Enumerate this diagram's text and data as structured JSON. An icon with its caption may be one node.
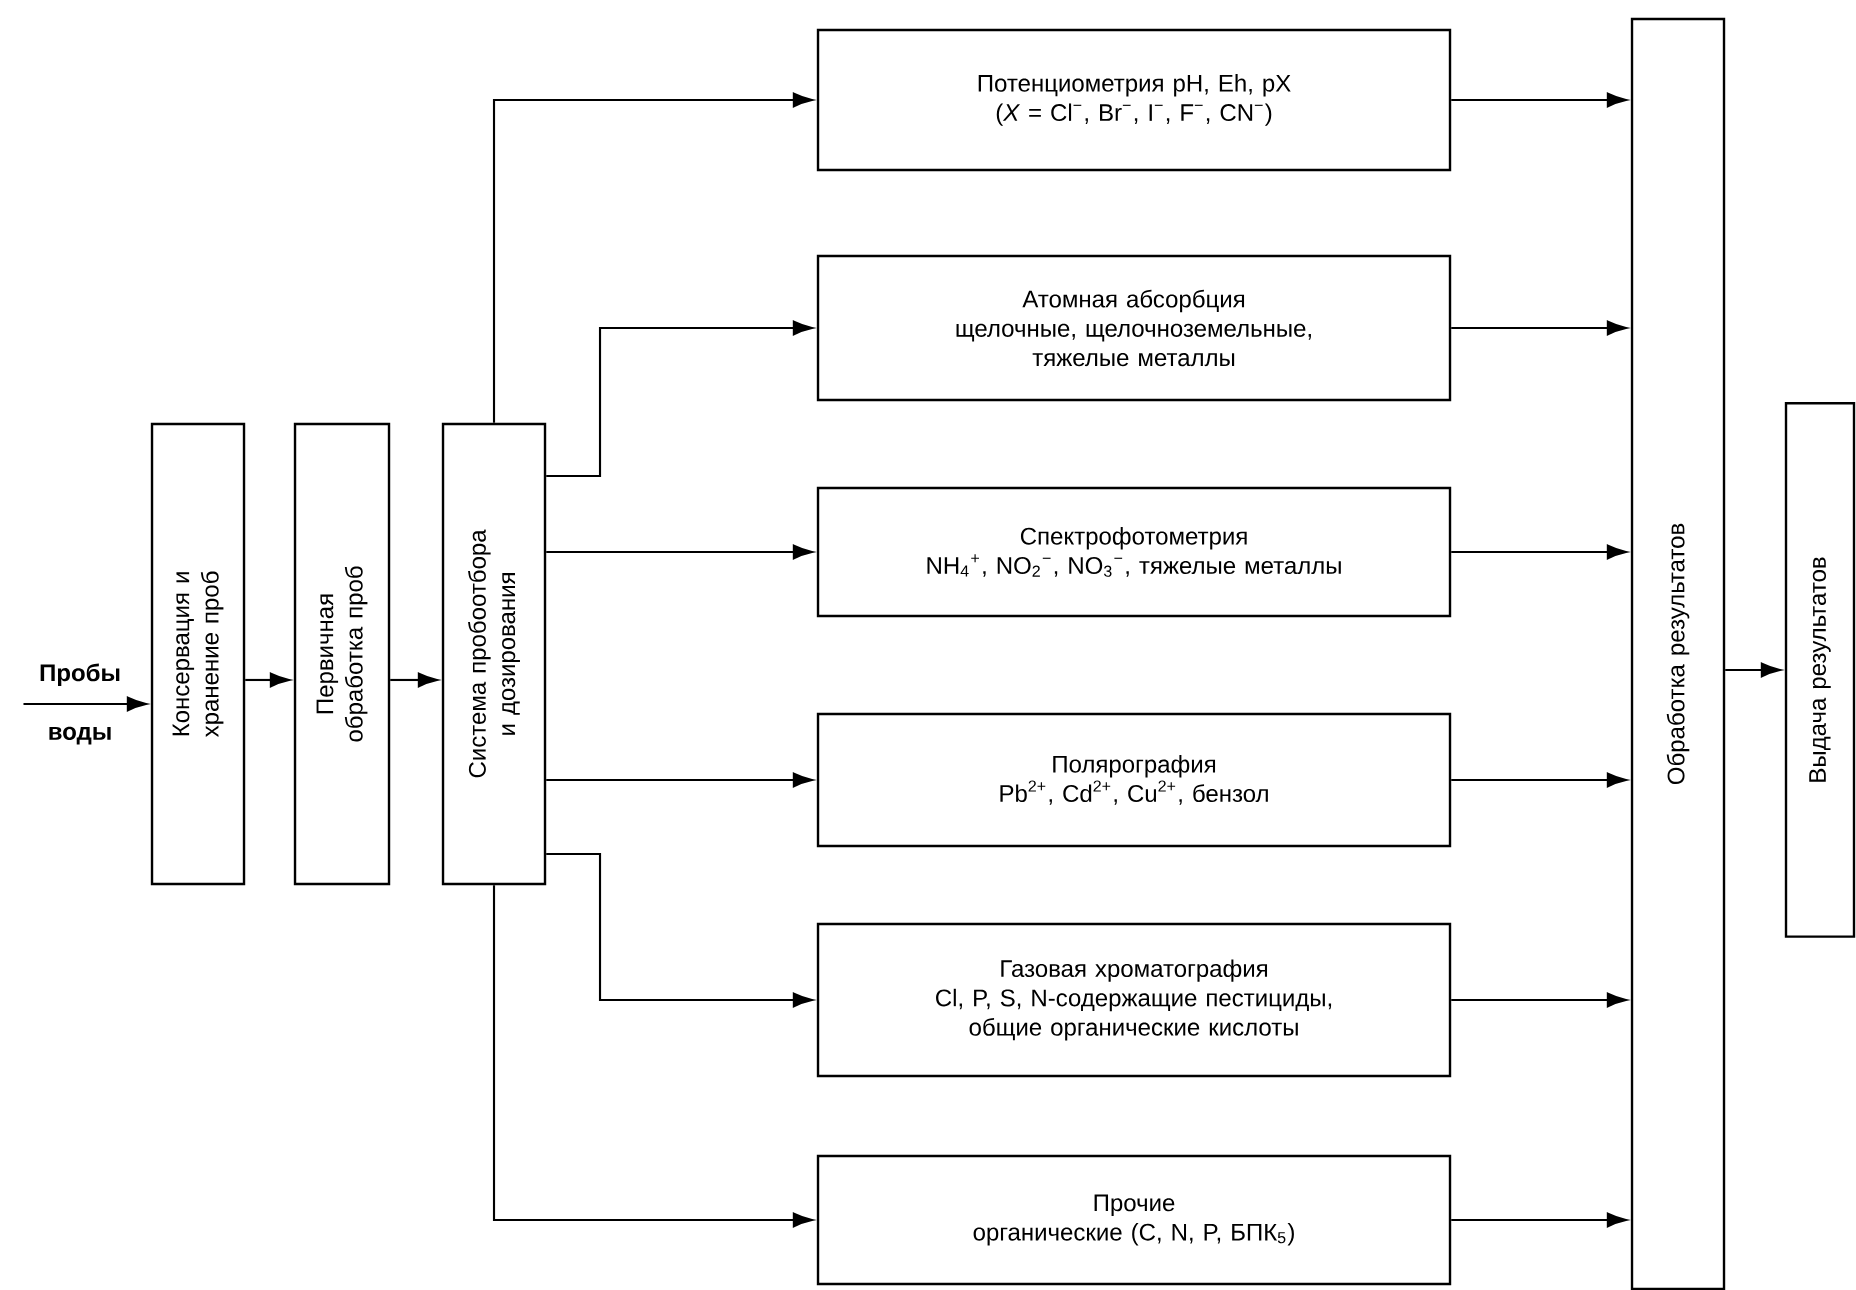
{
  "diagram": {
    "nodes": [
      {
        "text": [
          "Пробы воды"
        ]
      },
      {
        "text": [
          "Консервация и хранение проб"
        ]
      },
      {
        "text": [
          "Первичная обработка проб"
        ]
      },
      {
        "text": [
          "Система пробоотбора и дозирования"
        ]
      },
      {
        "text": [
          "Потенциометрия pH, Eh, pX (*X* = Cl$^{−}$, Br$^{−}$, I$^{−}$, F$^{−}$, CN$^{−}$)"
        ]
      },
      {
        "text": [
          "Атомная абсорбция",
          "щелочные, щелочноземельные, тяжелые металлы"
        ]
      },
      {
        "text": [
          "Спектрофотометрия",
          "NH$_{4}$$^{+}$, NO$_{2}$$^{−}$, NO$_{3}$$^{−}$, тяжелые металлы"
        ]
      },
      {
        "text": [
          "Полярография",
          "Pb$^{2+}$, Cd$^{2+}$, Cu$^{2+}$, бензол"
        ]
      },
      {
        "text": [
          "Газовая хроматография",
          "Cl, P, S, N-содержащие пестициды, общие органические кислоты"
        ]
      },
      {
        "text": [
          "Прочие",
          "органические (C, N, P, БПК$_{5}$)"
        ]
      },
      {
        "text": [
          "Обработка результатов"
        ]
      },
      {
        "text": [
          "Выдача результатов"
        ]
      }
    ],
    "edges": [
      {
        "from": 0,
        "to": 1,
        "arrow": "to"
      },
      {
        "from": 1,
        "to": 2,
        "arrow": "to"
      },
      {
        "from": 2,
        "to": 3,
        "arrow": "to"
      },
      {
        "from": 3,
        "to": 4,
        "arrow": "to"
      },
      {
        "from": 3,
        "to": 5,
        "arrow": "to"
      },
      {
        "from": 3,
        "to": 6,
        "arrow": "to"
      },
      {
        "from": 3,
        "to": 7,
        "arrow": "to"
      },
      {
        "from": 3,
        "to": 8,
        "arrow": "to"
      },
      {
        "from": 3,
        "to": 9,
        "arrow": "to"
      },
      {
        "from": 4,
        "to": 10,
        "arrow": "to"
      },
      {
        "from": 5,
        "to": 10,
        "arrow": "to"
      },
      {
        "from": 6,
        "to": 10,
        "arrow": "to"
      },
      {
        "from": 7,
        "to": 10,
        "arrow": "to"
      },
      {
        "from": 8,
        "to": 10,
        "arrow": "to"
      },
      {
        "from": 9,
        "to": 10,
        "arrow": "to"
      },
      {
        "from": 10,
        "to": 11,
        "arrow": "to"
      }
    ]
  }
}
